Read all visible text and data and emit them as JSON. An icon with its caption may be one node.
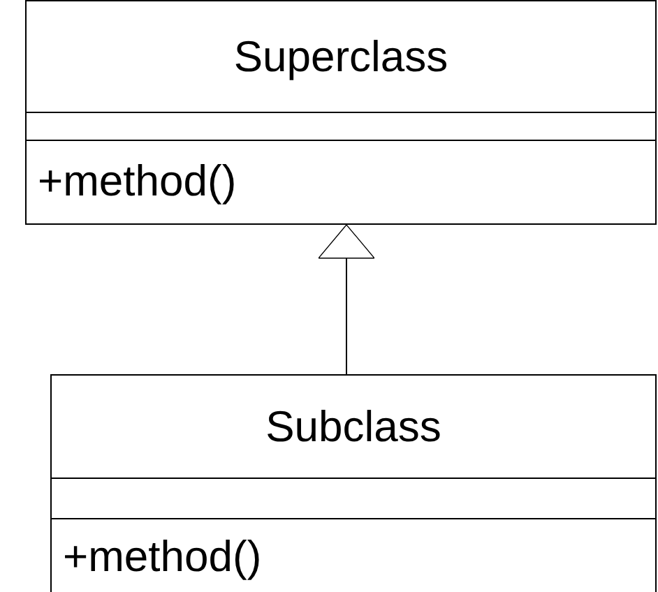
{
  "diagram": {
    "nodes": [
      {
        "text": [
          "Superclass",
          "+method()"
        ]
      },
      {
        "text": [
          "Subclass",
          "+method()"
        ]
      }
    ],
    "edges": [
      {
        "from": 1,
        "to": 0,
        "arrow": "to"
      }
    ]
  }
}
